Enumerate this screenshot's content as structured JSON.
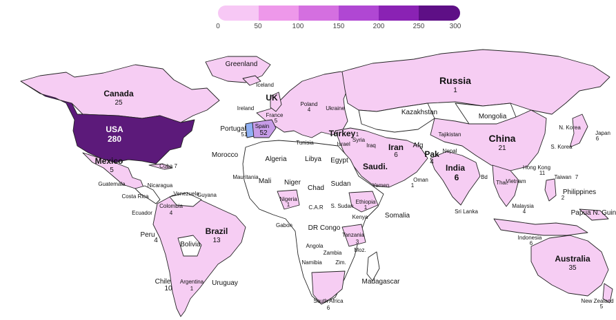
{
  "legend": {
    "ticks": [
      "0",
      "50",
      "100",
      "150",
      "200",
      "250",
      "300"
    ],
    "colors": [
      "#f7c8f5",
      "#ee98ea",
      "#d46fe0",
      "#b047d3",
      "#8a22b4",
      "#5e0f86"
    ]
  },
  "colors": {
    "no_data": "#ffffff",
    "low": "#f6cdf3",
    "usa": "#5c1a7a",
    "portugal": "#8fb0f5",
    "spain": "#c79ce8",
    "border": "#222222"
  },
  "labels": {
    "greenland": "Greenland",
    "iceland": "Iceland",
    "canada": "Canada",
    "canada_val": "25",
    "usa": "USA",
    "usa_val": "280",
    "mexico": "Mexico",
    "mexico_val": "5",
    "cuba": "Cuba 7",
    "guatemala": "Guatemala",
    "nicaragua": "Nicaragua",
    "costa_rica": "Costa Rica",
    "venezuela": "Venezuela",
    "guyana": "Guyana",
    "colombia": "Colombia",
    "colombia_val": "4",
    "ecuador": "Ecuador",
    "peru": "Peru",
    "peru_val": "4",
    "brazil": "Brazil",
    "brazil_val": "13",
    "bolivia": "Bolivia",
    "chile": "Chile",
    "chile_val": "10",
    "argentina": "Argentina",
    "argentina_val": "1",
    "uruguay": "Uruguay",
    "uk": "UK",
    "ireland": "Ireland",
    "portugal": "Portugal",
    "portugal_val": "51",
    "spain": "Spain",
    "spain_val": "52",
    "france": "France",
    "france_val": "5",
    "poland": "Poland",
    "poland_val": "4",
    "ukraine": "Ukraine",
    "turkey": "Turkey",
    "turkey_val": "1",
    "russia": "Russia",
    "russia_val": "1",
    "kazakhstan": "Kazakhstan",
    "mongolia": "Mongolia",
    "china": "China",
    "china_val": "21",
    "tajikistan": "Tajikistan",
    "iran": "Iran",
    "iran_val": "6",
    "iraq": "Iraq",
    "afg": "Afg",
    "pak": "Pak",
    "pak_val": "4",
    "nepal": "Nepal",
    "india": "India",
    "india_val": "6",
    "bd": "Bd",
    "sri_lanka": "Sri Lanka",
    "saudi": "Saudi.",
    "oman": "Oman",
    "oman_val": "1",
    "yemen": "Yemen",
    "morocco": "Morocco",
    "algeria": "Algeria",
    "tunisia": "Tunisia",
    "libya": "Libya",
    "egypt": "Egypt",
    "israel": "Israel",
    "syria": "Syria",
    "mauritania": "Mauritania",
    "mali": "Mali",
    "niger": "Niger",
    "chad": "Chad",
    "sudan": "Sudan",
    "s_sudan": "S. Sudan",
    "ethiopia": "Ethiopia",
    "ethiopia_val": "1",
    "somalia": "Somalia",
    "nigeria": "Nigeria",
    "nigeria_val": "1",
    "car": "C.A.R",
    "dr_congo": "DR Congo",
    "kenya": "Kenya",
    "tanzania": "Tanzania",
    "tanzania_val": "3",
    "gabon": "Gabon",
    "angola": "Angola",
    "zambia": "Zambia",
    "namibia": "Namibia",
    "zim": "Zim.",
    "moz": "Moz.",
    "madagascar": "Madagascar",
    "south_africa": "South Africa",
    "south_africa_val": "6",
    "n_korea": "N. Korea",
    "s_korea": "S. Korea",
    "japan": "Japan",
    "japan_val": "6",
    "hong_kong": "Hong Kong",
    "hong_kong_val": "11",
    "taiwan": "Taiwan",
    "taiwan_val": "7",
    "philippines": "Philippines",
    "philippines_val": "2",
    "vietnam": "Vietnam",
    "thai": "Thai.",
    "malaysia": "Malaysia",
    "malaysia_val": "4",
    "indonesia": "Indonesia",
    "indonesia_val": "6",
    "png": "Papua N. Guinea",
    "australia": "Australia",
    "australia_val": "35",
    "new_zealand": "New Zealand",
    "new_zealand_val": "5"
  }
}
